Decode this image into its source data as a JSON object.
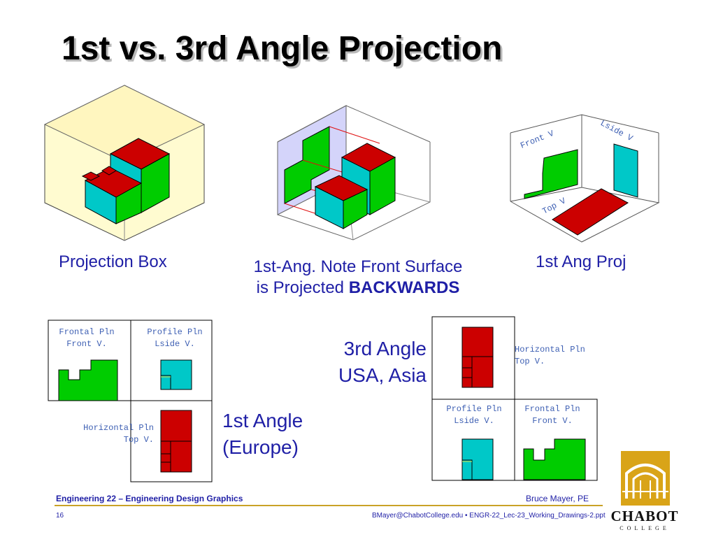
{
  "slide": {
    "title": "1st vs. 3rd Angle Projection"
  },
  "captions": {
    "projection_box": "Projection Box",
    "note_line1": "1st-Ang. Note Front Surface",
    "note_line2": "is Projected ",
    "note_emph": "BACKWARDS",
    "first_ang_proj": "1st Ang Proj"
  },
  "fold_labels": {
    "front_v": "Front V",
    "lside_v": "Lside V",
    "top_v": "Top V"
  },
  "first_angle": {
    "title_line1": "1st Angle",
    "title_line2": "(Europe)",
    "frontal_pln": "Frontal Pln",
    "front_v": "Front V.",
    "profile_pln": "Profile Pln",
    "lside_v": "Lside V.",
    "horizontal_pln": "Horizontal Pln",
    "top_v": "Top V."
  },
  "third_angle": {
    "title_line1": "3rd Angle",
    "title_line2": "USA, Asia",
    "horizontal_pln": "Horizontal Pln",
    "top_v": "Top V.",
    "profile_pln": "Profile Pln",
    "lside_v": "Lside V.",
    "frontal_pln": "Frontal Pln",
    "front_v": "Front V."
  },
  "footer": {
    "course": "Engineering 22 – Engineering Design Graphics",
    "author": "Bruce Mayer, PE",
    "page": "16",
    "contact": "BMayer@ChabotCollege.edu  • ENGR-22_Lec-23_Working_Drawings-2.ppt",
    "logo_name": "CHABOT",
    "logo_sub": "COLLEGE"
  },
  "colors": {
    "red": "#cc0000",
    "green": "#00cc00",
    "cyan": "#00c8c8",
    "text_blue": "#1f1fa6",
    "gold": "#c9a227"
  }
}
